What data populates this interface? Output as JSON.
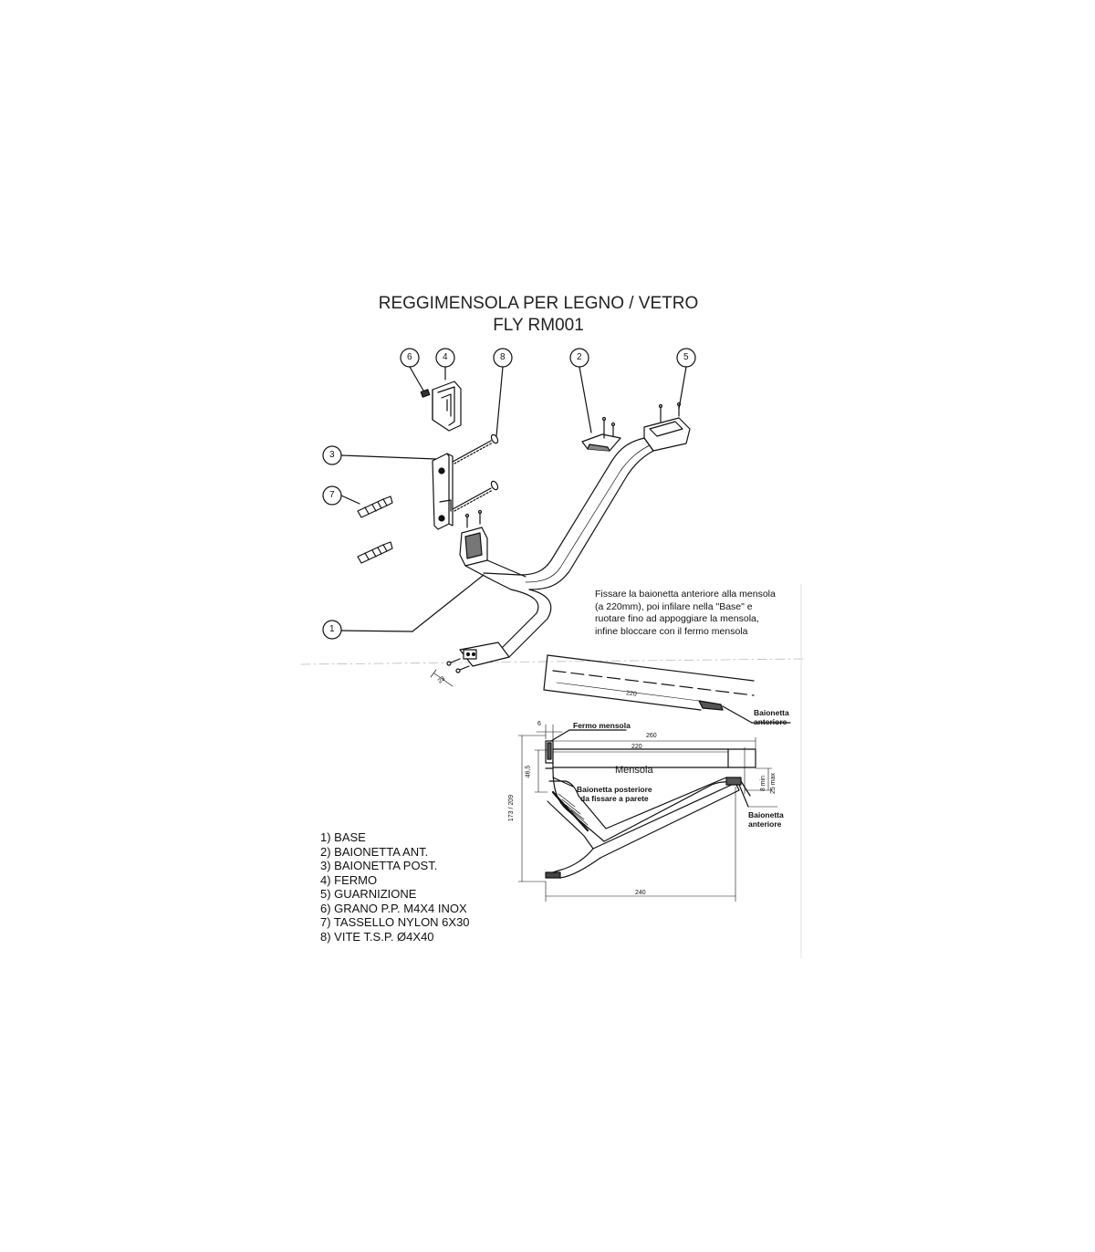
{
  "title": {
    "line1": "REGGIMENSOLA PER LEGNO / VETRO",
    "line2": "FLY RM001"
  },
  "callouts": [
    "1",
    "2",
    "3",
    "4",
    "5",
    "6",
    "7",
    "8"
  ],
  "legend": [
    "1) BASE",
    "2) BAIONETTA ANT.",
    "3) BAIONETTA POST.",
    "4) FERMO",
    "5) GUARNIZIONE",
    "6) GRANO P.P. M4X4 INOX",
    "7) TASSELLO NYLON 6X30",
    "8) VITE T.S.P. Ø4X40"
  ],
  "instructions": [
    "Fissare la baionetta anteriore alla mensola",
    "(a 220mm), poi infilare nella \"Base\"  e",
    "ruotare fino ad appoggiare la mensola,",
    "infine bloccare con il fermo mensola"
  ],
  "labels": {
    "fermo_mensola": "Fermo mensola",
    "mensola": "Mensola",
    "baionetta_posteriore_1": "Baionetta posteriore",
    "baionetta_posteriore_2": "da fissare a parete",
    "baionetta_anteriore_top_1": "Baionetta",
    "baionetta_anteriore_top_2": "anteriore",
    "baionetta_anteriore_bot_1": "Baionetta",
    "baionetta_anteriore_bot_2": "anteriore"
  },
  "dimensions": {
    "d23": "23",
    "d220_top": "220",
    "d6": "6",
    "d260": "260",
    "d220": "220",
    "d465": "46,5",
    "d8min": "8 min",
    "d25max": "25 max",
    "d173": "173 / 209",
    "d240": "240"
  }
}
